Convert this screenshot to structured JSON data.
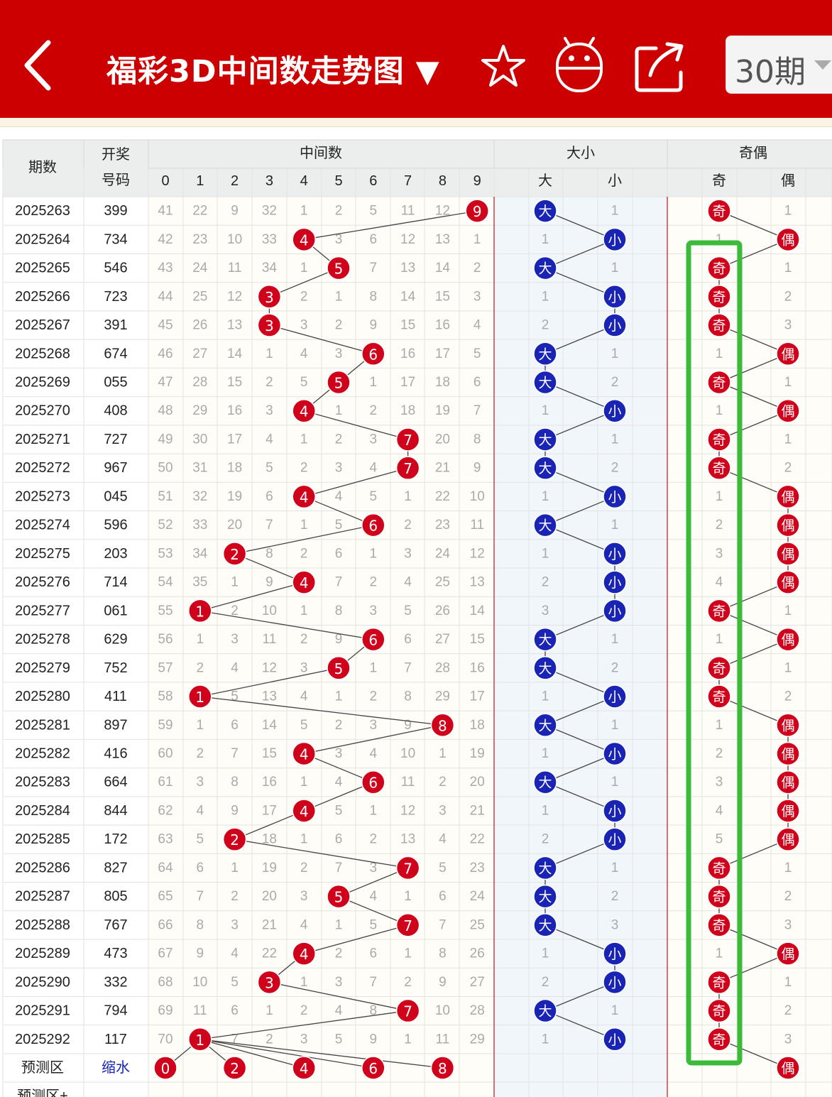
{
  "header": {
    "title": "福彩3D中间数走势图 ▼",
    "back_icon": "chevron-left-icon",
    "favorite_icon": "star-icon",
    "robot_icon": "robot-icon",
    "share_icon": "share-icon",
    "period_select": "30期",
    "bg_color": "#cc0000"
  },
  "table": {
    "col_period": "期数",
    "col_draw_1": "开奖",
    "col_draw_2": "号码",
    "group_mid": "中间数",
    "group_size": "大小",
    "group_parity": "奇偶",
    "digits": [
      "0",
      "1",
      "2",
      "3",
      "4",
      "5",
      "6",
      "7",
      "8",
      "9"
    ],
    "size_headers": [
      "大",
      "小"
    ],
    "parity_headers": [
      "奇",
      "偶"
    ],
    "rows": [
      {
        "period": "2025263",
        "draw": "399",
        "mid": [
          "41",
          "22",
          "9",
          "32",
          "1",
          "2",
          "5",
          "11",
          "12",
          "9"
        ],
        "size": [
          "大",
          "1"
        ],
        "parity": [
          "奇",
          "1"
        ]
      },
      {
        "period": "2025264",
        "draw": "734",
        "mid": [
          "42",
          "23",
          "10",
          "33",
          "4",
          "3",
          "6",
          "12",
          "13",
          "1"
        ],
        "size": [
          "1",
          "小"
        ],
        "parity": [
          "1",
          "偶"
        ]
      },
      {
        "period": "2025265",
        "draw": "546",
        "mid": [
          "43",
          "24",
          "11",
          "34",
          "1",
          "5",
          "7",
          "13",
          "14",
          "2"
        ],
        "size": [
          "大",
          "1"
        ],
        "parity": [
          "奇",
          "1"
        ]
      },
      {
        "period": "2025266",
        "draw": "723",
        "mid": [
          "44",
          "25",
          "12",
          "3",
          "2",
          "1",
          "8",
          "14",
          "15",
          "3"
        ],
        "size": [
          "1",
          "小"
        ],
        "parity": [
          "奇",
          "2"
        ]
      },
      {
        "period": "2025267",
        "draw": "391",
        "mid": [
          "45",
          "26",
          "13",
          "3",
          "3",
          "2",
          "9",
          "15",
          "16",
          "4"
        ],
        "size": [
          "2",
          "小"
        ],
        "parity": [
          "奇",
          "3"
        ]
      },
      {
        "period": "2025268",
        "draw": "674",
        "mid": [
          "46",
          "27",
          "14",
          "1",
          "4",
          "3",
          "6",
          "16",
          "17",
          "5"
        ],
        "size": [
          "大",
          "1"
        ],
        "parity": [
          "1",
          "偶"
        ]
      },
      {
        "period": "2025269",
        "draw": "055",
        "mid": [
          "47",
          "28",
          "15",
          "2",
          "5",
          "5",
          "1",
          "17",
          "18",
          "6"
        ],
        "size": [
          "大",
          "2"
        ],
        "parity": [
          "奇",
          "1"
        ]
      },
      {
        "period": "2025270",
        "draw": "408",
        "mid": [
          "48",
          "29",
          "16",
          "3",
          "4",
          "1",
          "2",
          "18",
          "19",
          "7"
        ],
        "size": [
          "1",
          "小"
        ],
        "parity": [
          "1",
          "偶"
        ]
      },
      {
        "period": "2025271",
        "draw": "727",
        "mid": [
          "49",
          "30",
          "17",
          "4",
          "1",
          "2",
          "3",
          "7",
          "20",
          "8"
        ],
        "size": [
          "大",
          "1"
        ],
        "parity": [
          "奇",
          "1"
        ]
      },
      {
        "period": "2025272",
        "draw": "967",
        "mid": [
          "50",
          "31",
          "18",
          "5",
          "2",
          "3",
          "4",
          "7",
          "21",
          "9"
        ],
        "size": [
          "大",
          "2"
        ],
        "parity": [
          "奇",
          "2"
        ]
      },
      {
        "period": "2025273",
        "draw": "045",
        "mid": [
          "51",
          "32",
          "19",
          "6",
          "4",
          "4",
          "5",
          "1",
          "22",
          "10"
        ],
        "size": [
          "1",
          "小"
        ],
        "parity": [
          "1",
          "偶"
        ]
      },
      {
        "period": "2025274",
        "draw": "596",
        "mid": [
          "52",
          "33",
          "20",
          "7",
          "1",
          "5",
          "6",
          "2",
          "23",
          "11"
        ],
        "size": [
          "大",
          "1"
        ],
        "parity": [
          "2",
          "偶"
        ]
      },
      {
        "period": "2025275",
        "draw": "203",
        "mid": [
          "53",
          "34",
          "2",
          "8",
          "2",
          "6",
          "1",
          "3",
          "24",
          "12"
        ],
        "size": [
          "1",
          "小"
        ],
        "parity": [
          "3",
          "偶"
        ]
      },
      {
        "period": "2025276",
        "draw": "714",
        "mid": [
          "54",
          "35",
          "1",
          "9",
          "4",
          "7",
          "2",
          "4",
          "25",
          "13"
        ],
        "size": [
          "2",
          "小"
        ],
        "parity": [
          "4",
          "偶"
        ]
      },
      {
        "period": "2025277",
        "draw": "061",
        "mid": [
          "55",
          "1",
          "2",
          "10",
          "1",
          "8",
          "3",
          "5",
          "26",
          "14"
        ],
        "size": [
          "3",
          "小"
        ],
        "parity": [
          "奇",
          "1"
        ]
      },
      {
        "period": "2025278",
        "draw": "629",
        "mid": [
          "56",
          "1",
          "3",
          "11",
          "2",
          "9",
          "6",
          "6",
          "27",
          "15"
        ],
        "size": [
          "大",
          "1"
        ],
        "parity": [
          "1",
          "偶"
        ]
      },
      {
        "period": "2025279",
        "draw": "752",
        "mid": [
          "57",
          "2",
          "4",
          "12",
          "3",
          "5",
          "1",
          "7",
          "28",
          "16"
        ],
        "size": [
          "大",
          "2"
        ],
        "parity": [
          "奇",
          "1"
        ]
      },
      {
        "period": "2025280",
        "draw": "411",
        "mid": [
          "58",
          "1",
          "5",
          "13",
          "4",
          "1",
          "2",
          "8",
          "29",
          "17"
        ],
        "size": [
          "1",
          "小"
        ],
        "parity": [
          "奇",
          "2"
        ]
      },
      {
        "period": "2025281",
        "draw": "897",
        "mid": [
          "59",
          "1",
          "6",
          "14",
          "5",
          "2",
          "3",
          "9",
          "8",
          "18"
        ],
        "size": [
          "大",
          "1"
        ],
        "parity": [
          "1",
          "偶"
        ]
      },
      {
        "period": "2025282",
        "draw": "416",
        "mid": [
          "60",
          "2",
          "7",
          "15",
          "4",
          "3",
          "4",
          "10",
          "1",
          "19"
        ],
        "size": [
          "1",
          "小"
        ],
        "parity": [
          "2",
          "偶"
        ]
      },
      {
        "period": "2025283",
        "draw": "664",
        "mid": [
          "61",
          "3",
          "8",
          "16",
          "1",
          "4",
          "6",
          "11",
          "2",
          "20"
        ],
        "size": [
          "大",
          "1"
        ],
        "parity": [
          "3",
          "偶"
        ]
      },
      {
        "period": "2025284",
        "draw": "844",
        "mid": [
          "62",
          "4",
          "9",
          "17",
          "4",
          "5",
          "1",
          "12",
          "3",
          "21"
        ],
        "size": [
          "1",
          "小"
        ],
        "parity": [
          "4",
          "偶"
        ]
      },
      {
        "period": "2025285",
        "draw": "172",
        "mid": [
          "63",
          "5",
          "2",
          "18",
          "1",
          "6",
          "2",
          "13",
          "4",
          "22"
        ],
        "size": [
          "2",
          "小"
        ],
        "parity": [
          "5",
          "偶"
        ]
      },
      {
        "period": "2025286",
        "draw": "827",
        "mid": [
          "64",
          "6",
          "1",
          "19",
          "2",
          "7",
          "3",
          "7",
          "5",
          "23"
        ],
        "size": [
          "大",
          "1"
        ],
        "parity": [
          "奇",
          "1"
        ]
      },
      {
        "period": "2025287",
        "draw": "805",
        "mid": [
          "65",
          "7",
          "2",
          "20",
          "3",
          "5",
          "4",
          "1",
          "6",
          "24"
        ],
        "size": [
          "大",
          "2"
        ],
        "parity": [
          "奇",
          "2"
        ]
      },
      {
        "period": "2025288",
        "draw": "767",
        "mid": [
          "66",
          "8",
          "3",
          "21",
          "4",
          "1",
          "5",
          "7",
          "7",
          "25"
        ],
        "size": [
          "大",
          "3"
        ],
        "parity": [
          "奇",
          "3"
        ]
      },
      {
        "period": "2025289",
        "draw": "473",
        "mid": [
          "67",
          "9",
          "4",
          "22",
          "4",
          "2",
          "6",
          "1",
          "8",
          "26"
        ],
        "size": [
          "1",
          "小"
        ],
        "parity": [
          "1",
          "偶"
        ]
      },
      {
        "period": "2025290",
        "draw": "332",
        "mid": [
          "68",
          "10",
          "5",
          "3",
          "1",
          "3",
          "7",
          "2",
          "9",
          "27"
        ],
        "size": [
          "2",
          "小"
        ],
        "parity": [
          "奇",
          "1"
        ]
      },
      {
        "period": "2025291",
        "draw": "794",
        "mid": [
          "69",
          "11",
          "6",
          "1",
          "2",
          "4",
          "8",
          "7",
          "10",
          "28"
        ],
        "size": [
          "大",
          "1"
        ],
        "parity": [
          "奇",
          "2"
        ]
      },
      {
        "period": "2025292",
        "draw": "117",
        "mid": [
          "70",
          "1",
          "7",
          "2",
          "3",
          "5",
          "9",
          "1",
          "11",
          "29"
        ],
        "size": [
          "1",
          "小"
        ],
        "parity": [
          "奇",
          "3"
        ]
      }
    ],
    "hits": [
      9,
      4,
      5,
      3,
      3,
      6,
      5,
      4,
      7,
      7,
      4,
      6,
      2,
      4,
      1,
      6,
      5,
      1,
      8,
      4,
      6,
      4,
      2,
      7,
      5,
      7,
      4,
      3,
      7,
      1
    ],
    "size_hits": [
      "大",
      "小",
      "大",
      "小",
      "小",
      "大",
      "大",
      "小",
      "大",
      "大",
      "小",
      "大",
      "小",
      "小",
      "小",
      "大",
      "大",
      "小",
      "大",
      "小",
      "大",
      "小",
      "小",
      "大",
      "大",
      "大",
      "小",
      "小",
      "大",
      "小"
    ],
    "parity_hits": [
      "奇",
      "偶",
      "奇",
      "奇",
      "奇",
      "偶",
      "奇",
      "偶",
      "奇",
      "奇",
      "偶",
      "偶",
      "偶",
      "偶",
      "奇",
      "偶",
      "奇",
      "奇",
      "偶",
      "偶",
      "偶",
      "偶",
      "偶",
      "奇",
      "奇",
      "奇",
      "偶",
      "奇",
      "奇",
      "奇"
    ],
    "predict_label": "预测区",
    "predict_shrink": "缩水",
    "predict_balls": [
      "0",
      "2",
      "4",
      "6",
      "8"
    ],
    "predict_parity": "偶",
    "predict2_label": "预测区+",
    "colors": {
      "red": "#d0021b",
      "blue": "#1a24b4",
      "green": "#3cba3c",
      "missing": "#aaaaaa",
      "header_bg": "#eceeee"
    }
  }
}
